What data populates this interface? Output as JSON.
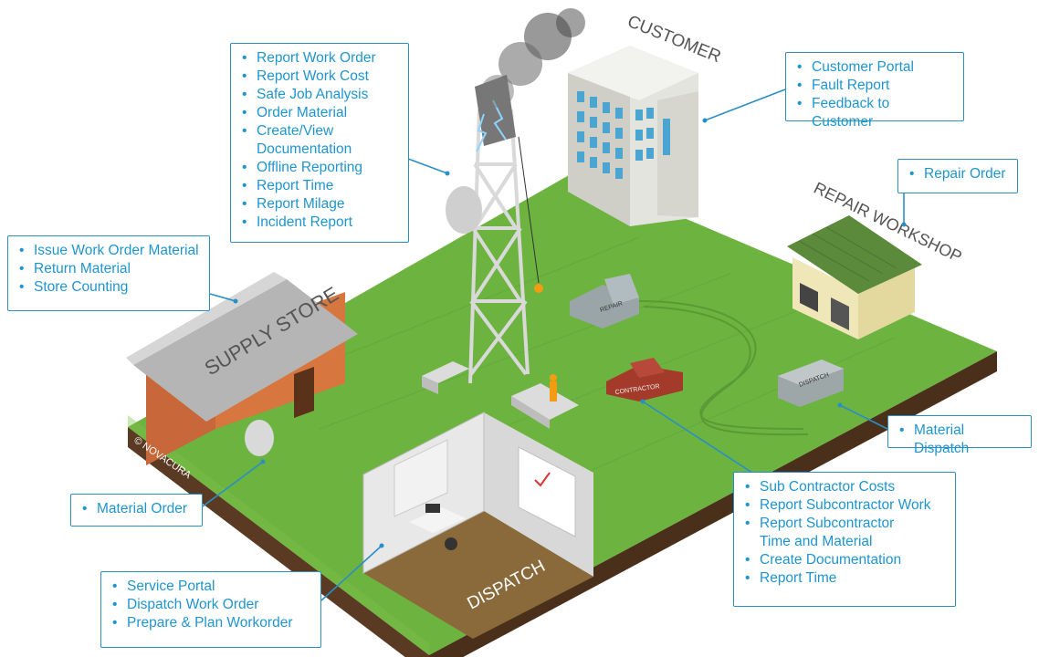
{
  "colors": {
    "accent": "#1f95cf",
    "grass": "#6db33f",
    "soil": "#5a3a22",
    "building": "#d9d9d2"
  },
  "watermark": "© NOVACURA",
  "buildings": {
    "customer": "CUSTOMER",
    "repair_workshop": "REPAIR WORKSHOP",
    "supply_store": "SUPPLY STORE",
    "dispatch": "DISPATCH"
  },
  "vehicles": {
    "repair_truck": "REPAIR",
    "contractor_truck": "CONTRACTOR",
    "dispatch_van": "DISPATCH"
  },
  "callouts": {
    "tower": {
      "items": [
        "Report Work Order",
        "Report Work Cost",
        "Safe Job Analysis",
        "Order Material",
        "Create/View",
        "Documentation",
        "Offline Reporting",
        "Report Time",
        "Report Milage",
        "Incident Report"
      ]
    },
    "customer": {
      "items": [
        "Customer Portal",
        "Fault Report",
        "Feedback to Customer"
      ]
    },
    "repair": {
      "items": [
        "Repair Order"
      ]
    },
    "supply": {
      "items": [
        "Issue Work Order Material",
        "Return Material",
        "Store Counting"
      ]
    },
    "material_dispatch": {
      "items": [
        "Material Dispatch"
      ]
    },
    "subcontractor": {
      "items": [
        "Sub Contractor Costs",
        "Report Subcontractor Work",
        "Report Subcontractor",
        "Time and Material",
        "Create Documentation",
        "Report Time"
      ]
    },
    "material_order": {
      "items": [
        "Material Order"
      ]
    },
    "dispatch": {
      "items": [
        "Service Portal",
        "Dispatch Work Order",
        "Prepare & Plan Workorder"
      ]
    }
  }
}
